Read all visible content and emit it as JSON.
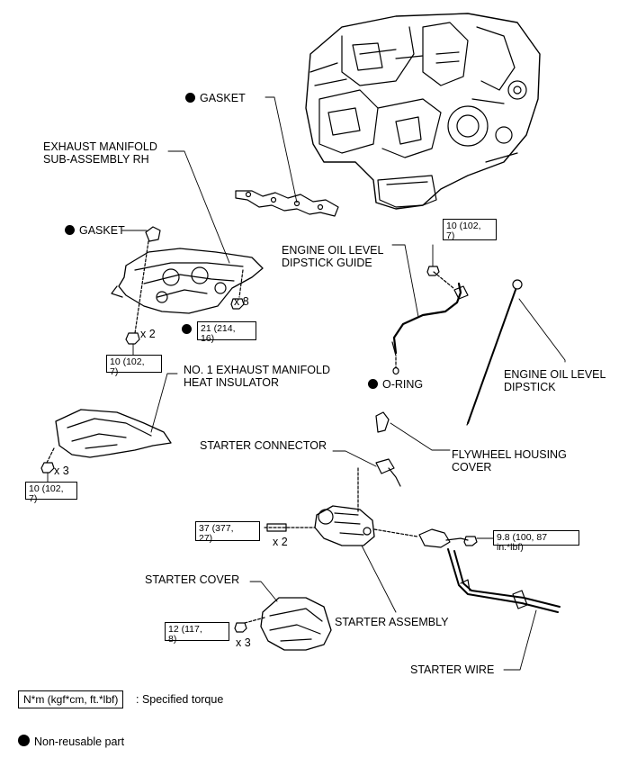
{
  "labels": {
    "gasket_top": "GASKET",
    "exhaust_manifold": "EXHAUST MANIFOLD\nSUB-ASSEMBLY RH",
    "gasket_left": "GASKET",
    "engine_oil_level_dipstick_guide": "ENGINE OIL LEVEL\nDIPSTICK GUIDE",
    "o_ring": "O-RING",
    "engine_oil_level_dipstick": "ENGINE OIL LEVEL\nDIPSTICK",
    "heat_insulator": "NO. 1 EXHAUST MANIFOLD\nHEAT INSULATOR",
    "starter_connector": "STARTER CONNECTOR",
    "flywheel_housing_cover": "FLYWHEEL HOUSING\nCOVER",
    "starter_cover": "STARTER COVER",
    "starter_assembly": "STARTER ASSEMBLY",
    "starter_wire": "STARTER WIRE"
  },
  "torques": {
    "dipstick_guide_bolt": "10 (102,\n7)",
    "manifold_nut_x8": "21 (214,\n16)",
    "manifold_nut_x2": "10 (102,\n7)",
    "heat_insulator_bolt": "10 (102,\n7)",
    "starter_bolt": "37 (377,\n27)",
    "starter_wire_nut": "9.8 (100, 87 in.*lbf)",
    "starter_cover_bolt": "12 (117,\n8)"
  },
  "quantities": {
    "manifold_x8": "x 8",
    "manifold_x2": "x 2",
    "insulator_x3": "x 3",
    "starter_x2": "x 2",
    "cover_x3": "x 3"
  },
  "legend": {
    "torque_unit": "N*m (kgf*cm, ft.*lbf)",
    "torque_desc": ": Specified torque",
    "nonreusable_desc": "Non-reusable part"
  },
  "colors": {
    "line": "#000000",
    "background": "#ffffff"
  }
}
